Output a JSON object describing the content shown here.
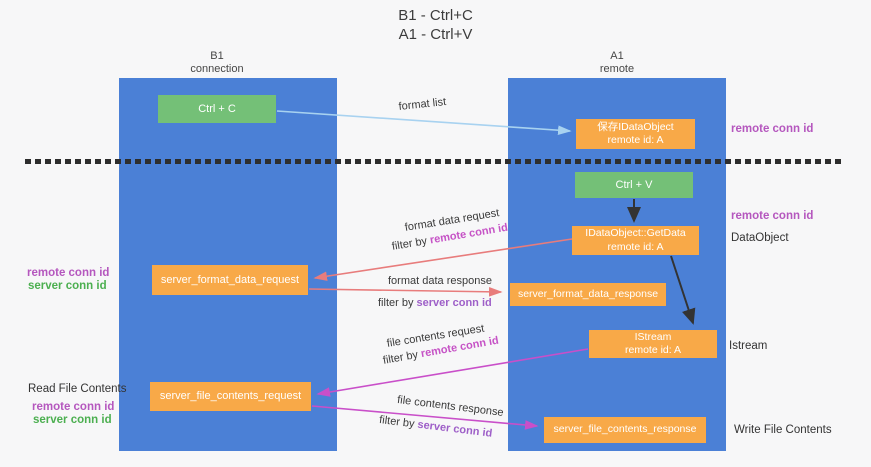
{
  "colors": {
    "background": "#f7f7f8",
    "lifeline_blue": "#4b80d6",
    "box_green": "#74c077",
    "box_orange": "#f8a948",
    "arrow_black": "#333333",
    "arrow_salmon": "#e87c7c",
    "arrow_magenta": "#c94fc9",
    "arrow_lightblue": "#a8d2f0",
    "label_purple": "#b557be",
    "label_green": "#4caf50",
    "emphasis_magenta": "#c653c6",
    "emphasis_violet": "#9e5fc8",
    "text_dark": "#3a3a3a"
  },
  "title": {
    "line1": "B1 - Ctrl+C",
    "line2": "A1 - Ctrl+V"
  },
  "columns": {
    "b1": {
      "name": "B1",
      "subtitle": "connection"
    },
    "a1": {
      "name": "A1",
      "subtitle": "remote"
    }
  },
  "boxes": {
    "ctrl_c": {
      "label": "Ctrl + C"
    },
    "save_idataobject": {
      "line1": "保存IDataObject",
      "line2": "remote id: A"
    },
    "ctrl_v": {
      "label": "Ctrl + V"
    },
    "getdata": {
      "line1": "IDataObject::GetData",
      "line2": "remote id: A"
    },
    "format_request": {
      "label": "server_format_data_request"
    },
    "format_response": {
      "label": "server_format_data_response"
    },
    "istream": {
      "line1": "IStream",
      "line2": "remote id: A"
    },
    "file_request": {
      "label": "server_file_contents_request"
    },
    "file_response": {
      "label": "server_file_contents_response"
    }
  },
  "arrow_labels": {
    "format_list": "format list",
    "format_data_request": "format data request",
    "format_data_response": "format data response",
    "file_contents_request": "file contents request",
    "file_contents_response": "file contents response",
    "filter_by": "filter by",
    "remote_conn_id": "remote conn id",
    "server_conn_id": "server conn id"
  },
  "side_labels": {
    "remote_conn_id": "remote conn id",
    "server_conn_id": "server conn id",
    "dataobject": "DataObject",
    "istream": "Istream",
    "read_file_contents": "Read File Contents",
    "write_file_contents": "Write File Contents"
  }
}
